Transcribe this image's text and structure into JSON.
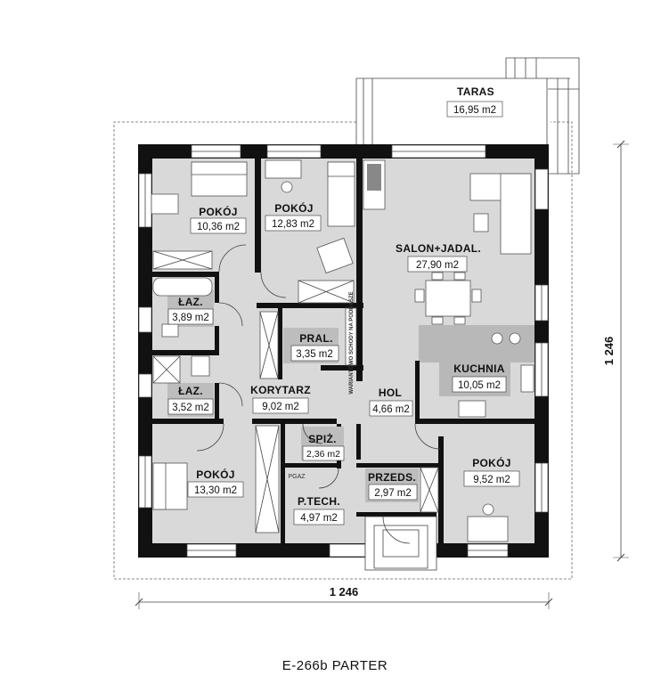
{
  "plan": {
    "caption": "E-266b PARTER",
    "dim_horizontal": "1 246",
    "dim_vertical": "1 246",
    "stair_note": "WARIANTOWO SCHODY NA PODDASZE",
    "pgaz": "PGAZ",
    "rooms": {
      "taras": {
        "name": "TARAS",
        "area": "16,95 m2"
      },
      "pokoj1": {
        "name": "POKÓJ",
        "area": "10,36 m2"
      },
      "pokoj2": {
        "name": "POKÓJ",
        "area": "12,83 m2"
      },
      "salon": {
        "name": "SALON+JADAL.",
        "area": "27,90 m2"
      },
      "laz1": {
        "name": "ŁAZ.",
        "area": "3,89 m2"
      },
      "pral": {
        "name": "PRAL.",
        "area": "3,35 m2"
      },
      "kuchnia": {
        "name": "KUCHNIA",
        "area": "10,05 m2"
      },
      "laz2": {
        "name": "ŁAZ.",
        "area": "3,52 m2"
      },
      "korytarz": {
        "name": "KORYTARZ",
        "area": "9,02 m2"
      },
      "hol": {
        "name": "HOL",
        "area": "4,66 m2"
      },
      "spiz": {
        "name": "SPIŻ.",
        "area": "2,36 m2"
      },
      "pokoj3": {
        "name": "POKÓJ",
        "area": "13,30 m2"
      },
      "przeds": {
        "name": "PRZEDS.",
        "area": "2,97 m2"
      },
      "pokoj4": {
        "name": "POKÓJ",
        "area": "9,52 m2"
      },
      "ptech": {
        "name": "P.TECH.",
        "area": "4,97 m2"
      }
    }
  }
}
